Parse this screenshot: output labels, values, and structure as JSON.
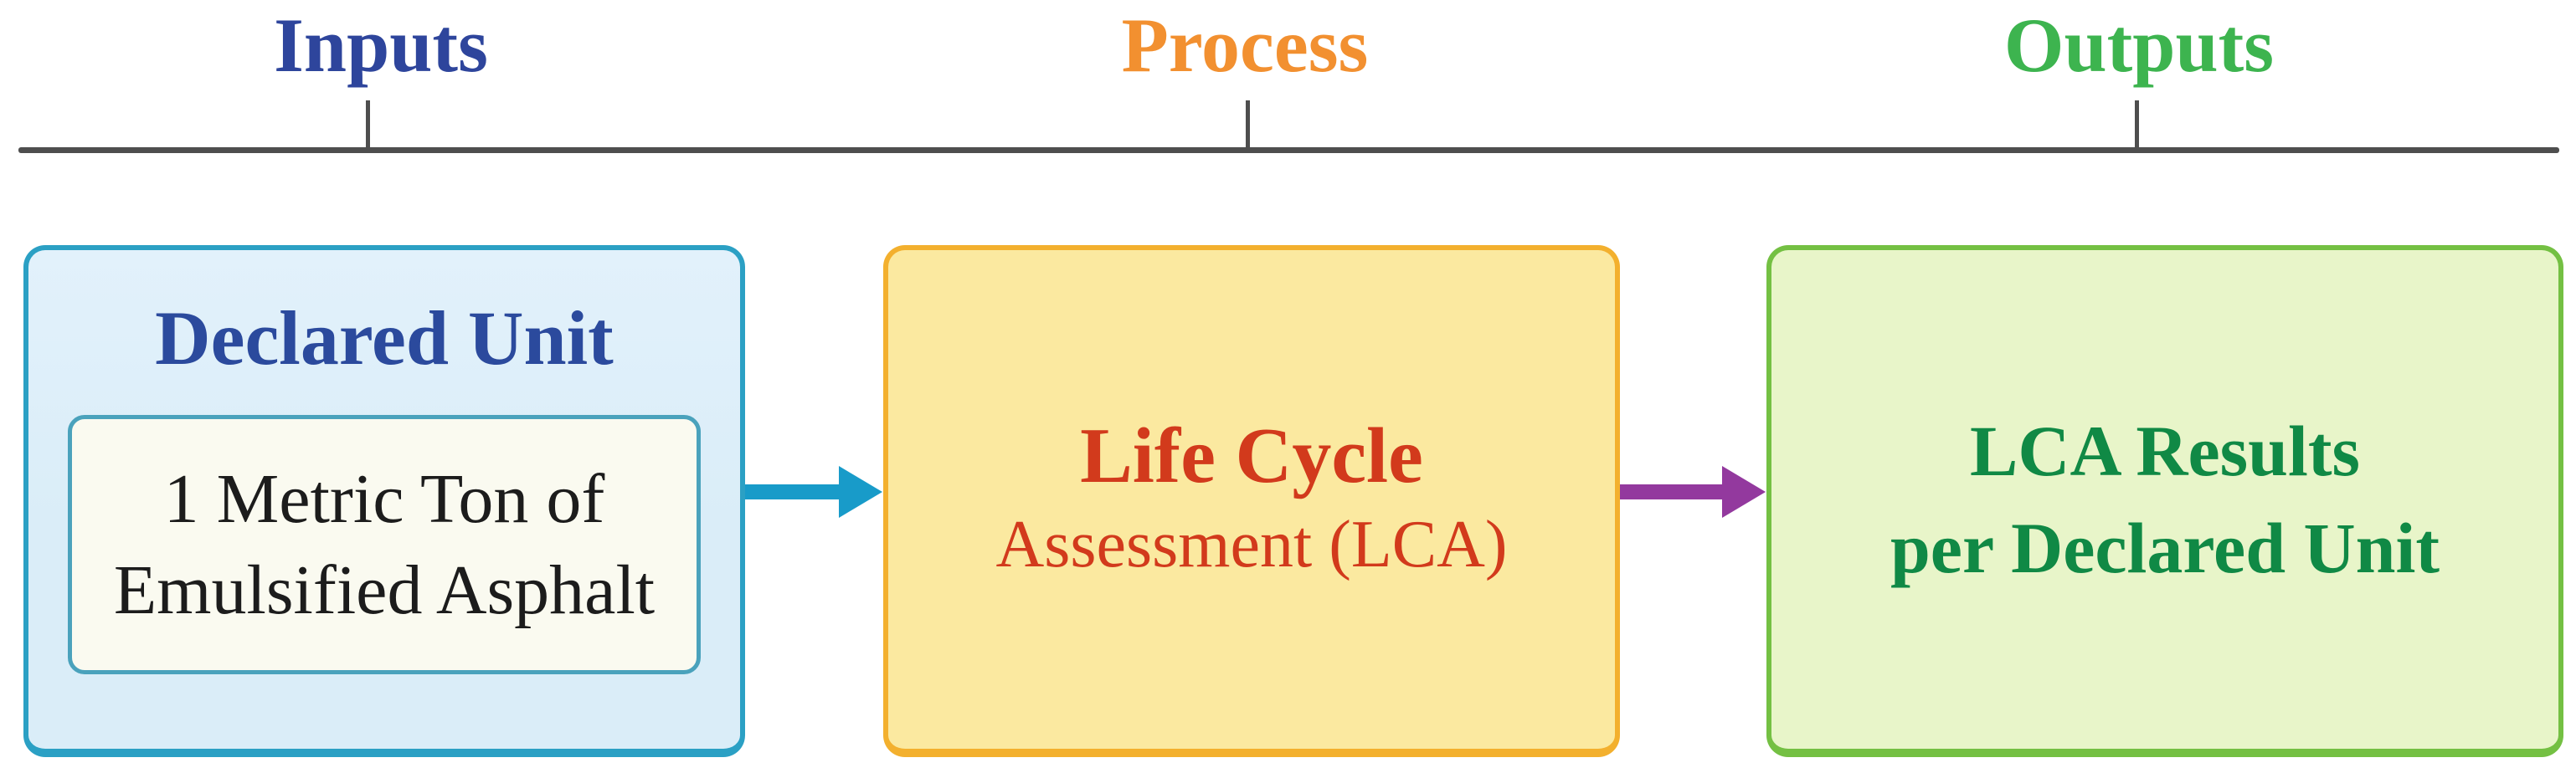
{
  "figure": {
    "header": {
      "inputs": "Inputs",
      "process": "Process",
      "outputs": "Outputs"
    },
    "boxes": {
      "input": {
        "title": "Declared Unit",
        "unit_line1": "1 Metric Ton of",
        "unit_line2": "Emulsified Asphalt"
      },
      "process": {
        "line1": "Life Cycle",
        "line2": "Assessment (LCA)"
      },
      "output": {
        "line1": "LCA Results",
        "line2": "per Declared Unit"
      }
    },
    "icons": {
      "arrow_input_to_process": "right-arrow-icon",
      "arrow_process_to_output": "right-arrow-icon"
    }
  },
  "colors": {
    "inputs_label": "#2E459C",
    "process_label": "#F29030",
    "outputs_label": "#3DB44F",
    "timeline_line": "#4E4E4E",
    "input_box_fill": "#DAEDF8",
    "input_box_border": "#2BA0C4",
    "input_title": "#2B4A9D",
    "unit_box_fill": "#FAFAF0",
    "unit_box_border": "#4AA2BC",
    "unit_text": "#1C1C1C",
    "arrow_cyan": "#189BC9",
    "process_box_fill": "#FBE9A0",
    "process_box_border": "#F3B02E",
    "process_text": "#D23A1C",
    "arrow_purple": "#93399E",
    "output_box_fill": "#E8F5C9",
    "output_box_border": "#74C043",
    "output_text": "#108945"
  }
}
